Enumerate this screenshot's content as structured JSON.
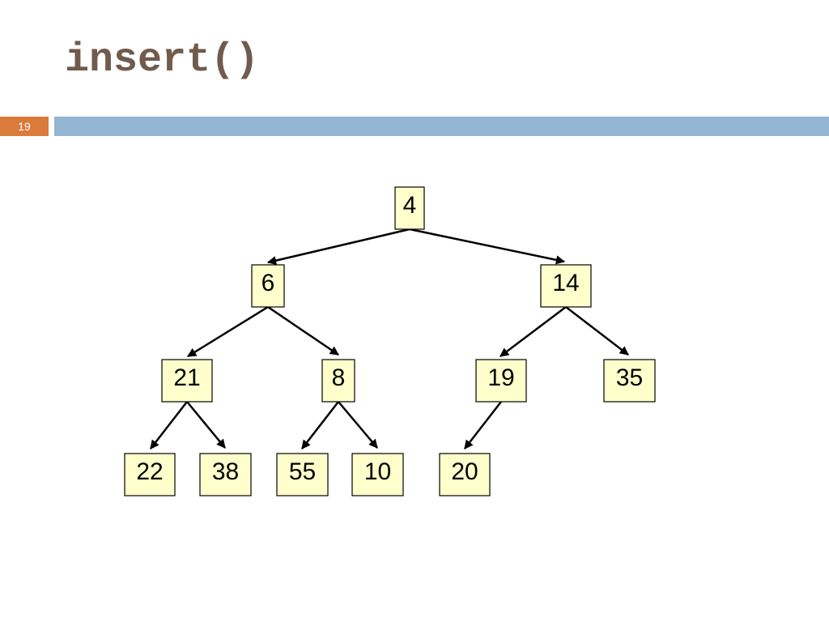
{
  "slide": {
    "title": "insert()",
    "number": "19"
  },
  "colors": {
    "title": "#705b4d",
    "number_badge": "#db7b3b",
    "title_bar": "#93b4d3",
    "node_fill": "#ffffcc",
    "edge": "#000000"
  },
  "tree": {
    "nodes": [
      {
        "id": "n4",
        "label": "4"
      },
      {
        "id": "n6",
        "label": "6"
      },
      {
        "id": "n14",
        "label": "14"
      },
      {
        "id": "n21",
        "label": "21"
      },
      {
        "id": "n8",
        "label": "8"
      },
      {
        "id": "n19",
        "label": "19"
      },
      {
        "id": "n35",
        "label": "35"
      },
      {
        "id": "n22",
        "label": "22"
      },
      {
        "id": "n38",
        "label": "38"
      },
      {
        "id": "n55",
        "label": "55"
      },
      {
        "id": "n10",
        "label": "10"
      },
      {
        "id": "n20",
        "label": "20"
      }
    ],
    "edges": [
      {
        "from": "n4",
        "to": "n6"
      },
      {
        "from": "n4",
        "to": "n14"
      },
      {
        "from": "n6",
        "to": "n21"
      },
      {
        "from": "n6",
        "to": "n8"
      },
      {
        "from": "n14",
        "to": "n19"
      },
      {
        "from": "n14",
        "to": "n35"
      },
      {
        "from": "n21",
        "to": "n22"
      },
      {
        "from": "n21",
        "to": "n38"
      },
      {
        "from": "n8",
        "to": "n55"
      },
      {
        "from": "n8",
        "to": "n10"
      },
      {
        "from": "n19",
        "to": "n20"
      }
    ]
  }
}
